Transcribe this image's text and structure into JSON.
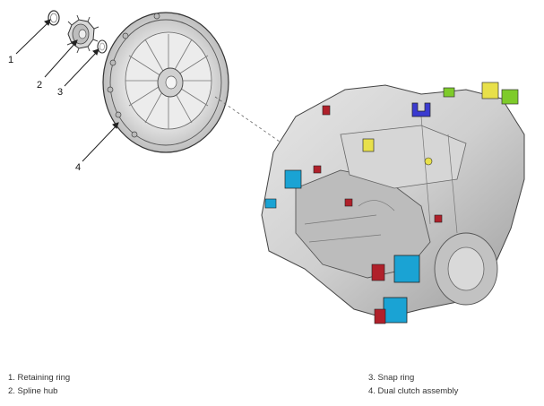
{
  "callouts": [
    {
      "id": "1",
      "label": "1"
    },
    {
      "id": "2",
      "label": "2"
    },
    {
      "id": "3",
      "label": "3"
    },
    {
      "id": "4",
      "label": "4"
    }
  ],
  "legend": {
    "item1": "1. Retaining ring",
    "item2": "2. Spline hub",
    "item3": "3. Snap ring",
    "item4": "4. Dual clutch assembly"
  },
  "colors": {
    "line": "#222222",
    "metal": "#c9c9c9",
    "metal_dark": "#8c8c8c",
    "connector_blue": "#1aa3d4",
    "connector_green": "#7ecb2a",
    "connector_yellow": "#e8e04a",
    "connector_red": "#b0202a",
    "connector_purple": "#3a3ad0"
  }
}
